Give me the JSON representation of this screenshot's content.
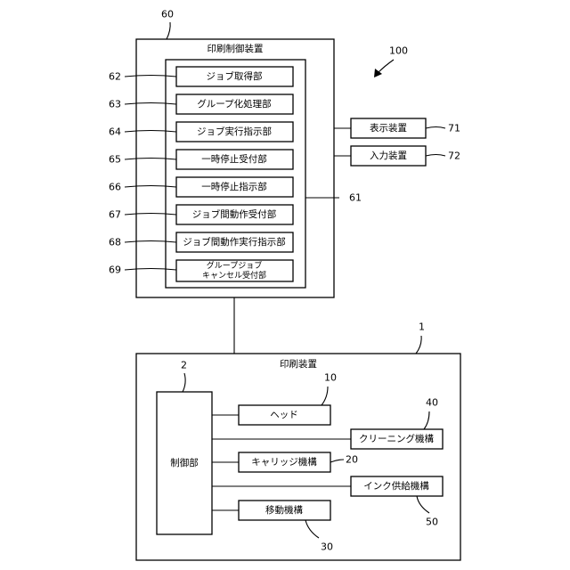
{
  "figure_ref": "100",
  "print_control_device": {
    "ref": "60",
    "title": "印刷制御装置",
    "inner_ref": "61",
    "units": [
      {
        "ref": "62",
        "label": "ジョブ取得部"
      },
      {
        "ref": "63",
        "label": "グループ化処理部"
      },
      {
        "ref": "64",
        "label": "ジョブ実行指示部"
      },
      {
        "ref": "65",
        "label": "一時停止受付部"
      },
      {
        "ref": "66",
        "label": "一時停止指示部"
      },
      {
        "ref": "67",
        "label": "ジョブ間動作受付部"
      },
      {
        "ref": "68",
        "label": "ジョブ間動作実行指示部"
      },
      {
        "ref": "69",
        "label_line1": "グループジョブ",
        "label_line2": "キャンセル受付部"
      }
    ]
  },
  "display_device": {
    "ref": "71",
    "label": "表示装置"
  },
  "input_device": {
    "ref": "72",
    "label": "入力装置"
  },
  "printing_device": {
    "ref": "1",
    "title": "印刷装置",
    "control_unit": {
      "ref": "2",
      "label": "制御部"
    },
    "head": {
      "ref": "10",
      "label": "ヘッド"
    },
    "carriage": {
      "ref": "20",
      "label": "キャリッジ機構"
    },
    "movement": {
      "ref": "30",
      "label": "移動機構"
    },
    "cleaning": {
      "ref": "40",
      "label": "クリーニング機構"
    },
    "ink_supply": {
      "ref": "50",
      "label": "インク供給機構"
    }
  }
}
